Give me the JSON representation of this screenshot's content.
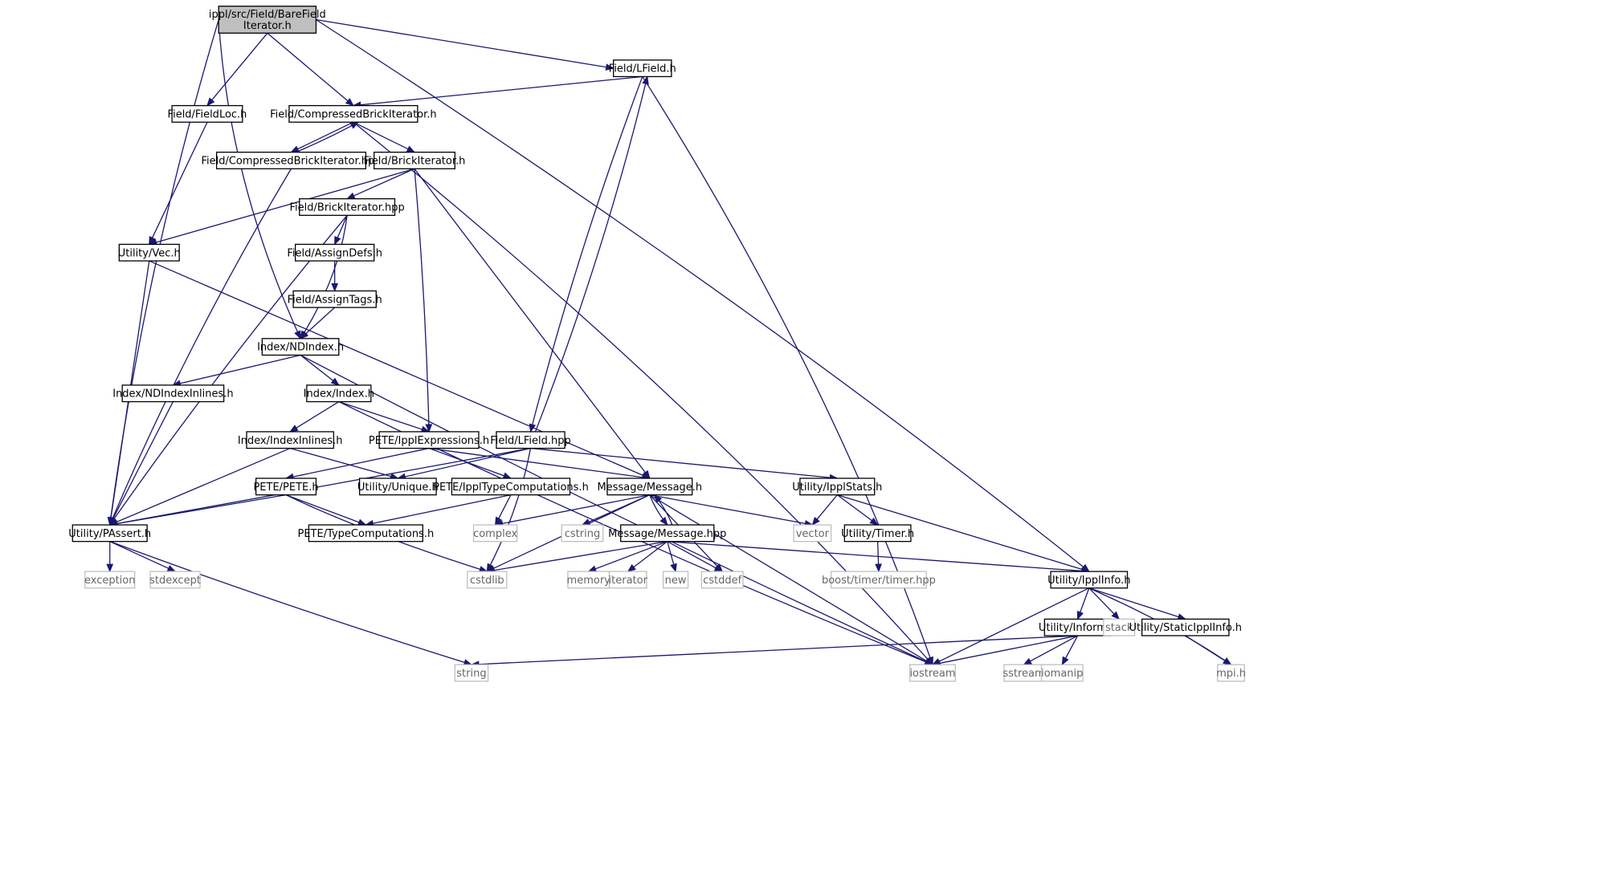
{
  "graph": {
    "title": "",
    "colors": {
      "edge": "#191970",
      "root_fill": "#bfbfbf",
      "node_border": "#000000",
      "system_border": "#bfbfbf",
      "system_text": "#666666"
    },
    "nodes": [
      {
        "id": "root",
        "lines": [
          "ippl/src/Field/BareField",
          "Iterator.h"
        ],
        "kind": "root"
      },
      {
        "id": "lfield_h",
        "lines": [
          "Field/LField.h"
        ],
        "kind": "file"
      },
      {
        "id": "fieldloc",
        "lines": [
          "Field/FieldLoc.h"
        ],
        "kind": "file"
      },
      {
        "id": "cbi_h",
        "lines": [
          "Field/CompressedBrickIterator.h"
        ],
        "kind": "file"
      },
      {
        "id": "cbi_hpp",
        "lines": [
          "Field/CompressedBrickIterator.hpp"
        ],
        "kind": "file"
      },
      {
        "id": "bi_h",
        "lines": [
          "Field/BrickIterator.h"
        ],
        "kind": "file"
      },
      {
        "id": "bi_hpp",
        "lines": [
          "Field/BrickIterator.hpp"
        ],
        "kind": "file"
      },
      {
        "id": "vec",
        "lines": [
          "Utility/Vec.h"
        ],
        "kind": "file"
      },
      {
        "id": "assigndefs",
        "lines": [
          "Field/AssignDefs.h"
        ],
        "kind": "file"
      },
      {
        "id": "assigntags",
        "lines": [
          "Field/AssignTags.h"
        ],
        "kind": "file"
      },
      {
        "id": "ndindex",
        "lines": [
          "Index/NDIndex.h"
        ],
        "kind": "file"
      },
      {
        "id": "ndindexinl",
        "lines": [
          "Index/NDIndexInlines.h"
        ],
        "kind": "file"
      },
      {
        "id": "index",
        "lines": [
          "Index/Index.h"
        ],
        "kind": "file"
      },
      {
        "id": "indexinl",
        "lines": [
          "Index/IndexInlines.h"
        ],
        "kind": "file"
      },
      {
        "id": "ipplexpr",
        "lines": [
          "PETE/IpplExpressions.h"
        ],
        "kind": "file"
      },
      {
        "id": "lfield_hpp",
        "lines": [
          "Field/LField.hpp"
        ],
        "kind": "file"
      },
      {
        "id": "pete",
        "lines": [
          "PETE/PETE.h"
        ],
        "kind": "file"
      },
      {
        "id": "unique",
        "lines": [
          "Utility/Unique.h"
        ],
        "kind": "file"
      },
      {
        "id": "iппltc",
        "lines": [
          "PETE/IpplTypeComputations.h"
        ],
        "kind": "file"
      },
      {
        "id": "message_h",
        "lines": [
          "Message/Message.h"
        ],
        "kind": "file"
      },
      {
        "id": "ipplstats",
        "lines": [
          "Utility/IpplStats.h"
        ],
        "kind": "file"
      },
      {
        "id": "passert",
        "lines": [
          "Utility/PAssert.h"
        ],
        "kind": "file"
      },
      {
        "id": "typecomp",
        "lines": [
          "PETE/TypeComputations.h"
        ],
        "kind": "file"
      },
      {
        "id": "complex",
        "lines": [
          "complex"
        ],
        "kind": "system"
      },
      {
        "id": "cstring",
        "lines": [
          "cstring"
        ],
        "kind": "system"
      },
      {
        "id": "message_hpp",
        "lines": [
          "Message/Message.hpp"
        ],
        "kind": "file"
      },
      {
        "id": "vector",
        "lines": [
          "vector"
        ],
        "kind": "system"
      },
      {
        "id": "timer",
        "lines": [
          "Utility/Timer.h"
        ],
        "kind": "file"
      },
      {
        "id": "exception",
        "lines": [
          "exception"
        ],
        "kind": "system"
      },
      {
        "id": "stdexcept",
        "lines": [
          "stdexcept"
        ],
        "kind": "system"
      },
      {
        "id": "cstdlib",
        "lines": [
          "cstdlib"
        ],
        "kind": "system"
      },
      {
        "id": "memory",
        "lines": [
          "memory"
        ],
        "kind": "system"
      },
      {
        "id": "iterator",
        "lines": [
          "iterator"
        ],
        "kind": "system"
      },
      {
        "id": "new",
        "lines": [
          "new"
        ],
        "kind": "system"
      },
      {
        "id": "cstddef",
        "lines": [
          "cstddef"
        ],
        "kind": "system"
      },
      {
        "id": "boosttimer",
        "lines": [
          "boost/timer/timer.hpp"
        ],
        "kind": "system"
      },
      {
        "id": "ipplinfo",
        "lines": [
          "Utility/IpplInfo.h"
        ],
        "kind": "file"
      },
      {
        "id": "inform",
        "lines": [
          "Utility/Inform.h"
        ],
        "kind": "file"
      },
      {
        "id": "stack",
        "lines": [
          "stack"
        ],
        "kind": "system"
      },
      {
        "id": "staticippl",
        "lines": [
          "Utility/StaticIpplInfo.h"
        ],
        "kind": "file"
      },
      {
        "id": "string",
        "lines": [
          "string"
        ],
        "kind": "system"
      },
      {
        "id": "iostream",
        "lines": [
          "iostream"
        ],
        "kind": "system"
      },
      {
        "id": "sstream",
        "lines": [
          "sstream"
        ],
        "kind": "system"
      },
      {
        "id": "iomanip",
        "lines": [
          "iomanip"
        ],
        "kind": "system"
      },
      {
        "id": "mpi",
        "lines": [
          "mpi.h"
        ],
        "kind": "system"
      }
    ]
  }
}
